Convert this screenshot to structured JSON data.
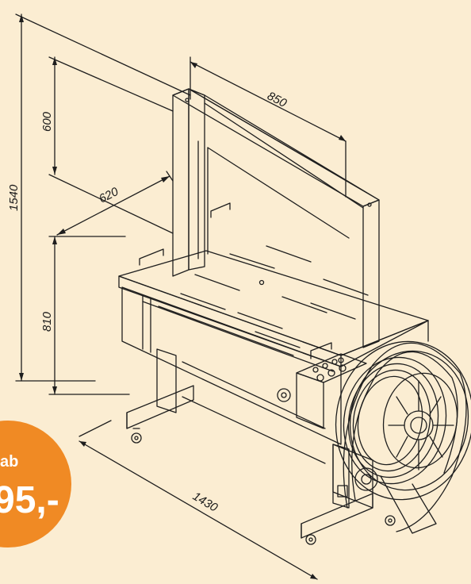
{
  "dimensions": {
    "width_top": "850",
    "top_height": "600",
    "total_height": "1540",
    "depth": "620",
    "table_height": "810",
    "total_length": "1430"
  },
  "badge": {
    "prefix": "ab",
    "price": "95,-",
    "color": "#f08a24"
  },
  "colors": {
    "background": "#fbedd2",
    "line": "#1e1e1e"
  }
}
